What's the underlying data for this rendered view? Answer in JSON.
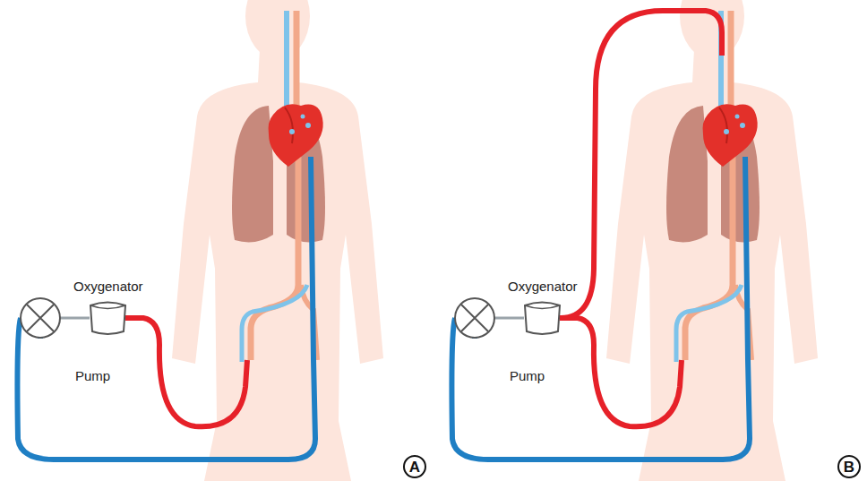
{
  "diagram": {
    "nodes": [
      {
        "text": [
          "A"
        ]
      },
      {
        "text": [
          "B"
        ]
      }
    ],
    "labels": [
      "Oxygenator",
      "Pump",
      "Oxygenator",
      "Pump"
    ]
  }
}
